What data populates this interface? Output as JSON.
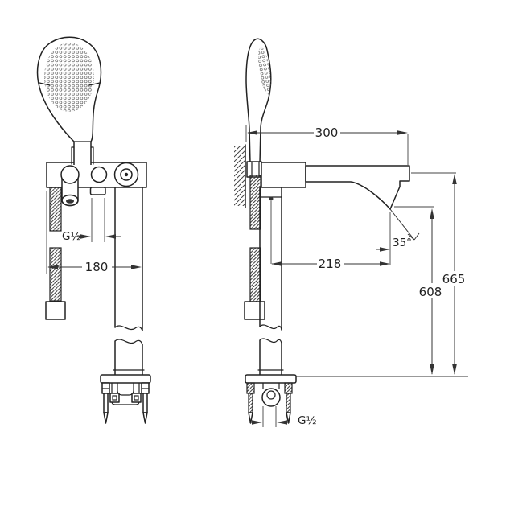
{
  "colors": {
    "line": "#222222",
    "dimension": "#333333",
    "background": "#ffffff"
  },
  "front_view": {
    "hose_thread_label": "G½",
    "width_label": "180"
  },
  "side_view": {
    "reach_label": "300",
    "offset_label": "218",
    "outlet_height_label": "608",
    "overall_height_label": "665",
    "spray_angle_label": "35°",
    "inlet_thread_label": "G½"
  }
}
